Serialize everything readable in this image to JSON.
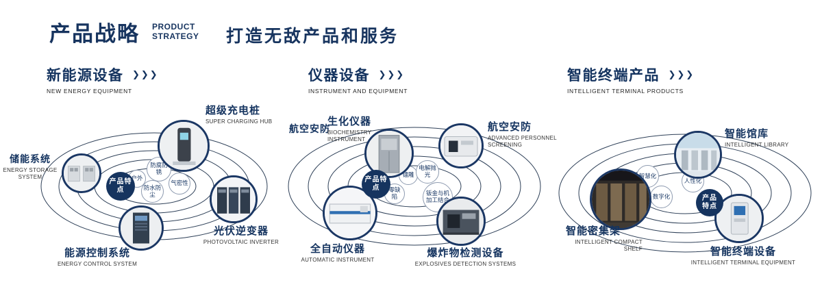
{
  "icons": {
    "triple_chevron": "❯❯❯"
  },
  "header": {
    "title_cn": "产品战略",
    "title_en_line1": "PRODUCT",
    "title_en_line2": "STRATEGY",
    "slogan": "打造无敌产品和服务"
  },
  "sections": {
    "new_energy": {
      "title": "新能源设备",
      "subtitle": "NEW ENERGY EQUIPMENT",
      "center_label": "产品特点",
      "items": {
        "super_charging_hub": {
          "cn": "超级充电桩",
          "en": "SUPER CHARGING HUB"
        },
        "energy_storage": {
          "cn": "储能系统",
          "en": "ENERGY STORAGE SYSTEM"
        },
        "pv_inverter": {
          "cn": "光伏逆变器",
          "en": "PHOTOVOLTAIC INVERTER"
        },
        "energy_control": {
          "cn": "能源控制系统",
          "en": "ENERGY CONTROL SYSTEM"
        }
      },
      "features": [
        "户外",
        "防腐防锈",
        "气密性",
        "防水防尘"
      ]
    },
    "instrument": {
      "title": "仪器设备",
      "subtitle": "INSTRUMENT AND EQUIPMENT",
      "center_label": "产品特点",
      "aviation_label": "航空安防",
      "items": {
        "biochemistry": {
          "cn": "生化仪器",
          "en": "BIOCHEMISTRY INSTRUMENT"
        },
        "personnel_screening": {
          "cn": "航空安防",
          "en": "ADVANCED PERSONNEL SCREENING"
        },
        "automatic": {
          "cn": "全自动仪器",
          "en": "AUTOMATIC INSTRUMENT"
        },
        "explosives": {
          "cn": "爆炸物检测设备",
          "en": "EXPLOSIVES DETECTION SYSTEMS"
        }
      },
      "features": [
        "镭雕",
        "电解抛光",
        "零缺陷",
        "钣金与机加工结合"
      ]
    },
    "terminal": {
      "title": "智能终端产品",
      "subtitle": "INTELLIGENT TERMINAL PRODUCTS",
      "center_label": "产品特点",
      "items": {
        "library": {
          "cn": "智能馆库",
          "en": "INTELLIGENT LIBRARY"
        },
        "compact_shelf": {
          "cn": "智能密集架",
          "en": "INTELLIGENT COMPACT SHELF"
        },
        "terminal_equipment": {
          "cn": "智能终端设备",
          "en": "INTELLIGENT TERMINAL EQUIPMENT"
        }
      },
      "features": [
        "智慧化",
        "人性化",
        "数字化"
      ]
    }
  }
}
